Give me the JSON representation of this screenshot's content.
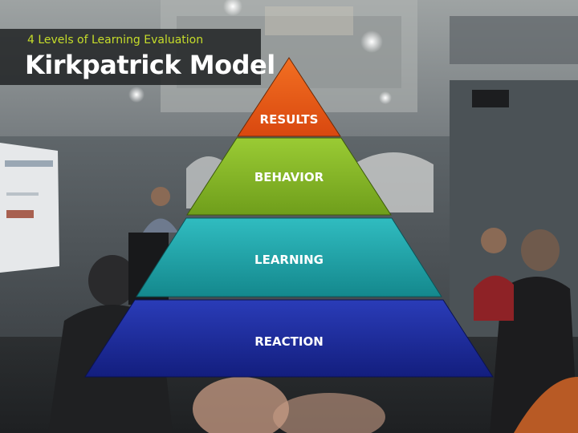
{
  "header": {
    "subtitle": "4 Levels of Learning Evaluation",
    "title": "Kirkpatrick Model"
  },
  "pyramid": {
    "levels": [
      {
        "label": "RESULTS",
        "color": "#e95a18"
      },
      {
        "label": "BEHAVIOR",
        "color": "#86b824"
      },
      {
        "label": "LEARNING",
        "color": "#22a8ad"
      },
      {
        "label": "REACTION",
        "color": "#1d2d9e"
      }
    ]
  },
  "colors": {
    "subtitle_accent": "#c6dd2a",
    "title_box_bg": "#1c1e20"
  }
}
